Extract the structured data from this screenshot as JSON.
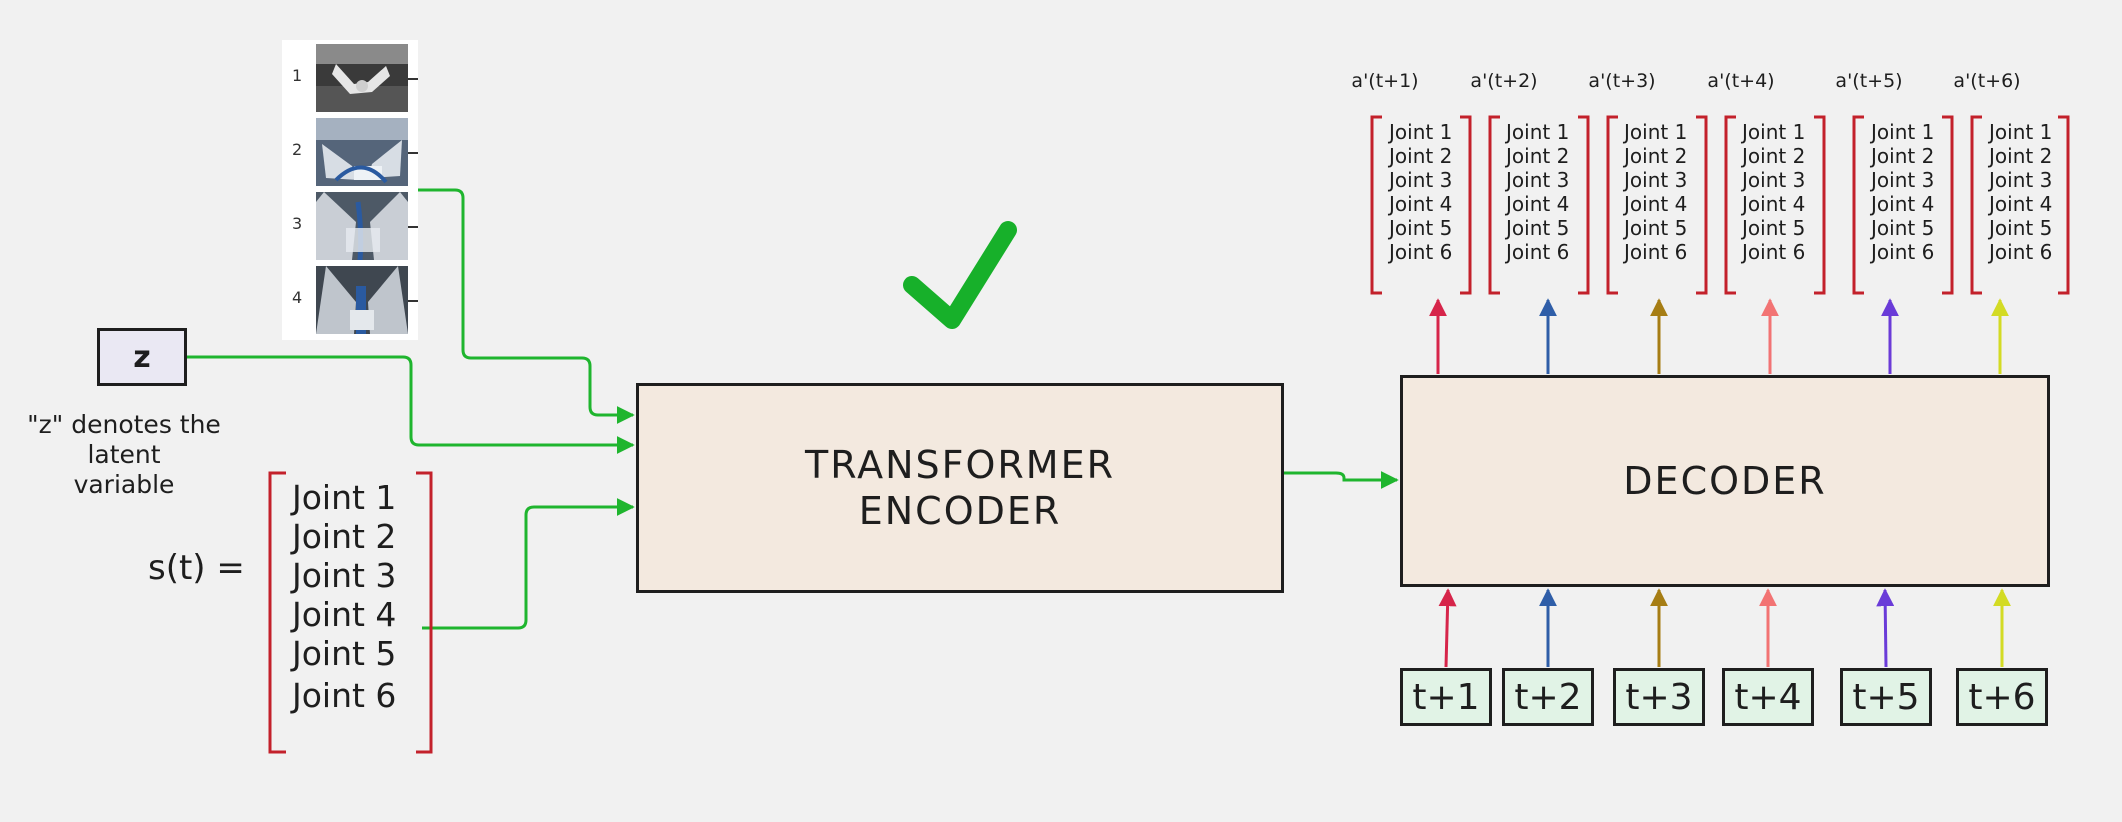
{
  "encoder": {
    "line1": "TRANSFORMER",
    "line2": "ENCODER"
  },
  "decoder": {
    "label": "DECODER"
  },
  "latent": {
    "label": "z",
    "caption_line1": "\"z\" denotes the",
    "caption_line2": "latent",
    "caption_line3": "variable"
  },
  "state": {
    "label": "s(t) =",
    "joints": [
      "Joint 1",
      "Joint 2",
      "Joint 3",
      "Joint 4",
      "Joint 5",
      "Joint 6"
    ]
  },
  "image_strip": {
    "frame_numbers": [
      "1",
      "2",
      "3",
      "4"
    ]
  },
  "timesteps": [
    "t+1",
    "t+2",
    "t+3",
    "t+4",
    "t+5",
    "t+6"
  ],
  "outputs": [
    {
      "label": "a'(t+1)",
      "joints": [
        "Joint 1",
        "Joint 2",
        "Joint 3",
        "Joint 4",
        "Joint 5",
        "Joint 6"
      ]
    },
    {
      "label": "a'(t+2)",
      "joints": [
        "Joint 1",
        "Joint 2",
        "Joint 3",
        "Joint 4",
        "Joint 5",
        "Joint 6"
      ]
    },
    {
      "label": "a'(t+3)",
      "joints": [
        "Joint 1",
        "Joint 2",
        "Joint 3",
        "Joint 4",
        "Joint 5",
        "Joint 6"
      ]
    },
    {
      "label": "a'(t+4)",
      "joints": [
        "Joint 1",
        "Joint 2",
        "Joint 3",
        "Joint 4",
        "Joint 5",
        "Joint 6"
      ]
    },
    {
      "label": "a'(t+5)",
      "joints": [
        "Joint 1",
        "Joint 2",
        "Joint 3",
        "Joint 4",
        "Joint 5",
        "Joint 6"
      ]
    },
    {
      "label": "a'(t+6)",
      "joints": [
        "Joint 1",
        "Joint 2",
        "Joint 3",
        "Joint 4",
        "Joint 5",
        "Joint 6"
      ]
    }
  ],
  "colors": {
    "wire": "#1fb52e",
    "check": "#17b02a",
    "bracket": "#c3212b",
    "series": [
      "#d6254a",
      "#2f5ea8",
      "#a67d14",
      "#f27373",
      "#6a3bd8",
      "#d3db24"
    ]
  },
  "icons": {
    "check": "checkmark-icon"
  }
}
